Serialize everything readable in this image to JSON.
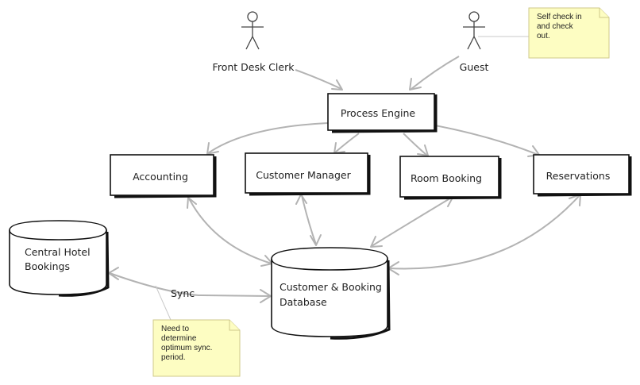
{
  "actors": {
    "front_desk_clerk": "Front Desk Clerk",
    "guest": "Guest"
  },
  "components": {
    "process_engine": "Process Engine",
    "accounting": "Accounting",
    "customer_manager": "Customer Manager",
    "room_booking": "Room Booking",
    "reservations": "Reservations"
  },
  "databases": {
    "central_hotel_line1": "Central Hotel",
    "central_hotel_line2": "Bookings",
    "customer_booking_line1": "Customer & Booking",
    "customer_booking_line2": "Database"
  },
  "connectors": {
    "sync": "Sync"
  },
  "notes": {
    "guest_note": "Self check in\nand check\nout.",
    "sync_note": "Need to\ndetermine\noptimum sync.\nperiod."
  },
  "colors": {
    "arrow": "#b3b3b3",
    "note_fill": "#fdfdc2",
    "outline": "#111111"
  }
}
